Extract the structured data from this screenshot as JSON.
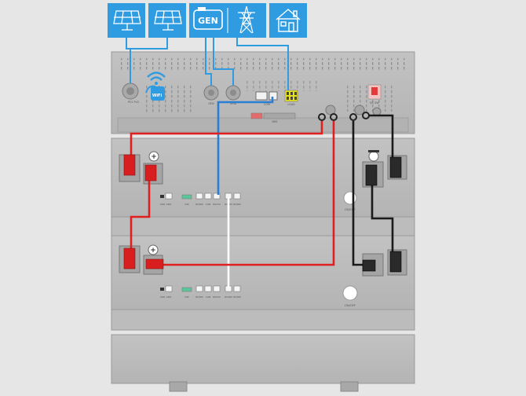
{
  "source_icons": [
    {
      "name": "solar-panel-1",
      "icon": "solar-panel-icon",
      "color": "#2f9be0"
    },
    {
      "name": "solar-panel-2",
      "icon": "solar-panel-icon",
      "color": "#2f9be0"
    },
    {
      "name": "generator",
      "icon": "generator-icon",
      "label": "GEN",
      "color": "#2f9be0"
    },
    {
      "name": "grid",
      "icon": "transmission-tower-icon",
      "color": "#2f9be0"
    },
    {
      "name": "home-load",
      "icon": "house-icon",
      "color": "#2f9be0"
    }
  ],
  "inverter": {
    "labels": {
      "pv_in": "PV1 PV2",
      "wifi": "WiFi",
      "gen_port": "GEN",
      "grid_port": "GRID",
      "load_port": "LOAD",
      "comm_port": "COM",
      "bms_port": "BMS",
      "dry_contact": "DRY",
      "breaker": "DC SW"
    }
  },
  "battery_module_1": {
    "port_labels": [
      "ADD",
      "ADD",
      "DIP",
      "RS485",
      "CAN",
      "RS232",
      "RS485",
      "RS485"
    ],
    "switch_label": "ON/OFF"
  },
  "battery_module_2": {
    "port_labels": [
      "ADD",
      "ADD",
      "DIP",
      "RS485",
      "CAN",
      "RS232",
      "RS485",
      "RS485"
    ],
    "switch_label": "ON/OFF"
  },
  "colors": {
    "positive_cable": "#e02020",
    "negative_cable": "#1a1a1a",
    "comm_cable": "#2a7fd4",
    "link_cable": "#ffffff",
    "icon_blue": "#2f9be0",
    "chassis": "#b8b8b8",
    "background": "#e6e6e6"
  }
}
